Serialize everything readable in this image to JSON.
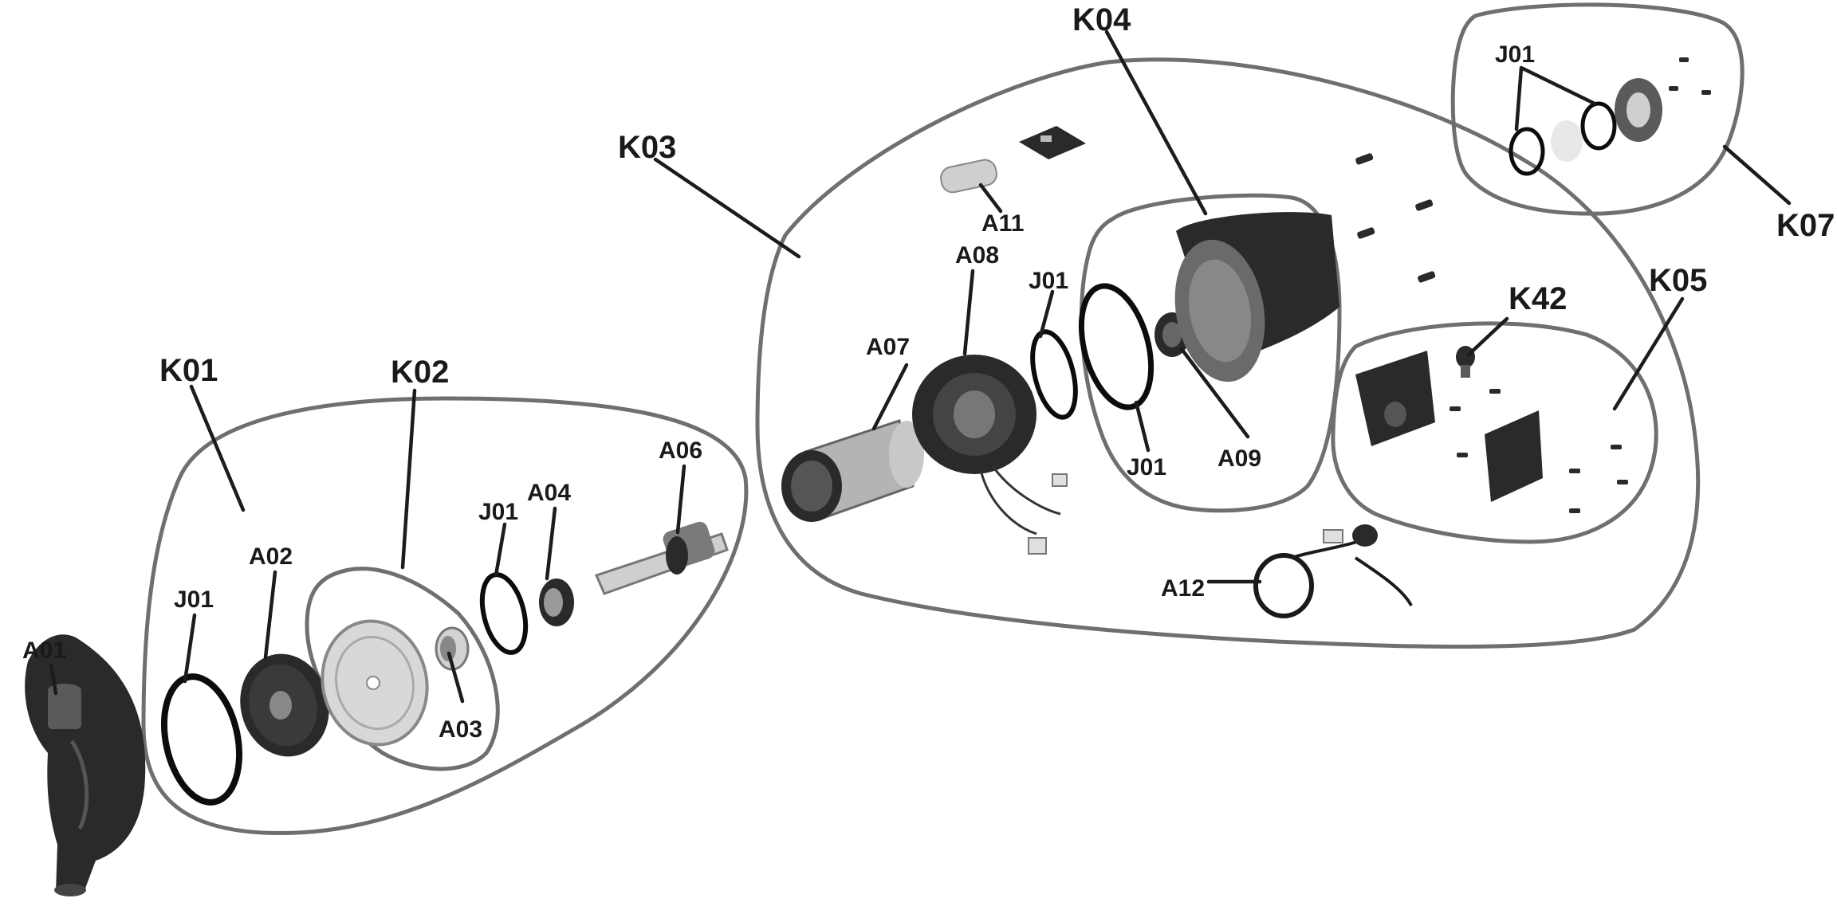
{
  "groups": {
    "k01": "K01",
    "k02": "K02",
    "k03": "K03",
    "k04": "K04",
    "k05": "K05",
    "k07": "K07",
    "k42": "K42"
  },
  "parts": {
    "a01": "A01",
    "a02": "A02",
    "a03": "A03",
    "a04": "A04",
    "a06": "A06",
    "a07": "A07",
    "a08": "A08",
    "a09": "A09",
    "a11": "A11",
    "a12": "A12",
    "j01": "J01"
  },
  "colors": {
    "outline": "#6f6f6f",
    "leader": "#1c1c1c",
    "text": "#1a1a1a"
  }
}
